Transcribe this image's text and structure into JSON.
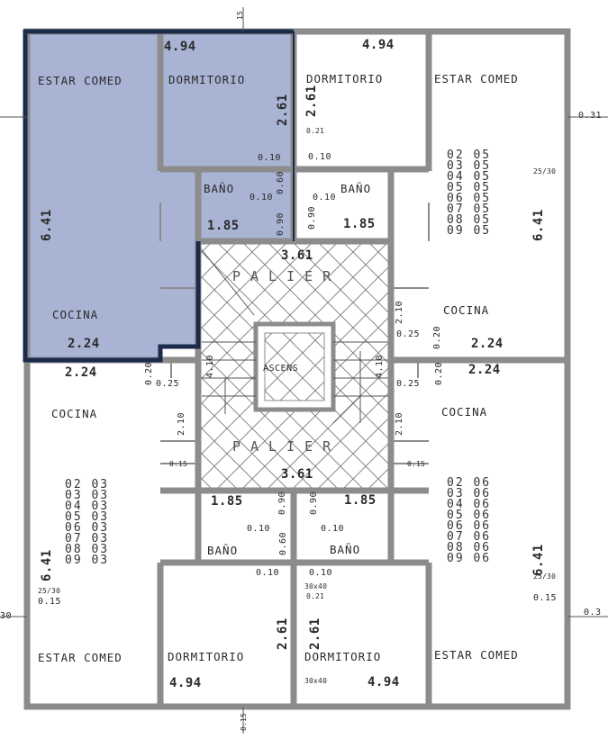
{
  "colors": {
    "wall": "#8c8c8c",
    "highlight_fill": "#a9b3d3",
    "highlight_border": "#1c2a4c",
    "ink": "#2a2a2a",
    "hatch": "#7a7a7a"
  },
  "top": {
    "estar_comed_left": "ESTAR COMED",
    "dormitorio_left": "DORMITORIO",
    "dormitorio_right": "DORMITORIO",
    "estar_comed_right": "ESTAR COMED",
    "width_left": "4.94",
    "width_right": "4.94",
    "height_left": "2.61",
    "height_right": "2.61",
    "dim_021": "0.21",
    "dim_010_left": "0.10",
    "dim_010_right": "0.10",
    "bano_left": "BAÑO",
    "bano_right": "BAÑO",
    "bano_010_left": "0.10",
    "bano_010_right": "0.10",
    "bano_090_left": "0.90",
    "bano_090_right": "0.90",
    "bano_060": "0.60",
    "bano_w_left": "1.85",
    "bano_w_right": "1.85",
    "side_641_left": "6.41",
    "side_641_right": "6.41",
    "corridor_361": "3.61",
    "cocina_left": "COCINA",
    "cocina_right": "COCINA",
    "cocina_224_left": "2.24",
    "cocina_224_right": "2.24",
    "dim_210_right": "2.10",
    "dim_025": "0.25",
    "dim_020": "0.20",
    "side_030": "0.31",
    "dim_2530": "25/30",
    "units": [
      "02 05",
      "03 05",
      "04 05",
      "05 05",
      "06 05",
      "07 05",
      "08 05",
      "09 05"
    ]
  },
  "core": {
    "palier_top": "PALIER",
    "palier_bottom": "PALIER",
    "ascensor": "ASCENS",
    "dim_410_left": "4.10",
    "dim_410_right": "4.10",
    "dim_361_bottom": "3.61"
  },
  "bottom": {
    "cocina_left": "COCINA",
    "cocina_right": "COCINA",
    "cocina_224_left": "2.24",
    "cocina_224_right": "2.24",
    "dim_025_left": "0.25",
    "dim_025_right": "0.25",
    "dim_020_left": "0.20",
    "dim_020_right": "0.20",
    "dim_210_left": "2.10",
    "dim_210_right": "2.10",
    "dim_015_left": "0.15",
    "dim_015_right": "0.15",
    "bano_left": "BAÑO",
    "bano_right": "BAÑO",
    "bano_w_left": "1.85",
    "bano_w_right": "1.85",
    "bano_010_left": "0.10",
    "bano_010_right": "0.10",
    "bano_090_left": "0.90",
    "bano_090_right": "0.90",
    "bano_060": "0.60",
    "dim_010_left": "0.10",
    "dim_010_right": "0.10",
    "dim_30x40": "30x40",
    "dim_021": "0.21",
    "dim_30x40_b": "30x40",
    "side_641_left": "6.41",
    "side_641_right": "6.41",
    "dim_2530_left": "25/30",
    "dim_2530_right": "25/30",
    "dim_015_side_left": "0.15",
    "dim_015_side_right": "0.15",
    "side_030_left": "30",
    "side_030_right": "0.3",
    "estar_comed_left": "ESTAR COMED",
    "dormitorio_left": "DORMITORIO",
    "dormitorio_right": "DORMITORIO",
    "estar_comed_right": "ESTAR COMED",
    "width_left": "4.94",
    "width_right": "4.94",
    "height_left": "2.61",
    "height_right": "2.61",
    "units_left": [
      "02 03",
      "03 03",
      "04 03",
      "05 03",
      "06 03",
      "07 03",
      "08 03",
      "09 03"
    ],
    "units_right": [
      "02 06",
      "03 06",
      "04 06",
      "05 06",
      "06 06",
      "07 06",
      "08 06",
      "09 06"
    ]
  },
  "edge": {
    "top_015": "15",
    "bottom_015": "0.15"
  }
}
